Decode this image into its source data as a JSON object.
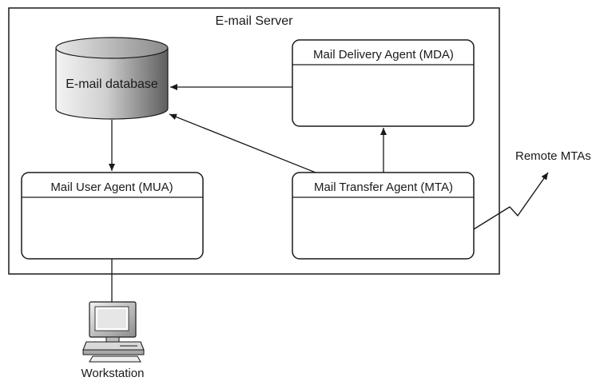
{
  "server": {
    "title": "E-mail Server"
  },
  "database": {
    "label": "E-mail database"
  },
  "mda": {
    "title": "Mail Delivery Agent (MDA)"
  },
  "mua": {
    "title": "Mail User Agent (MUA)"
  },
  "mta": {
    "title": "Mail Transfer Agent (MTA)"
  },
  "remote": {
    "label": "Remote MTAs"
  },
  "workstation": {
    "label": "Workstation",
    "icon": "computer-icon"
  },
  "colors": {
    "stroke": "#1a1a1a",
    "db_light": "#f0f0f0",
    "db_dark": "#6a6a6a"
  }
}
